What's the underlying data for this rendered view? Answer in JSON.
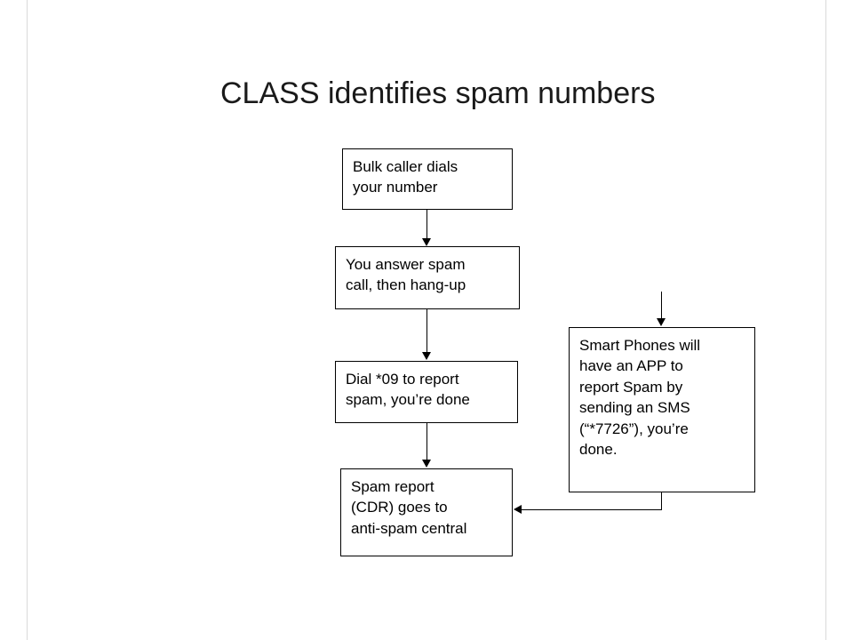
{
  "slide": {
    "title": "CLASS identifies spam numbers"
  },
  "diagram": {
    "nodes": [
      {
        "id": "bulk-caller",
        "label": "Bulk caller dials\nyour number"
      },
      {
        "id": "answer-hangup",
        "label": "You answer spam\ncall, then hang-up"
      },
      {
        "id": "dial-report",
        "label": "Dial *09 to report\nspam, you’re done"
      },
      {
        "id": "spam-report",
        "label": "Spam report\n(CDR) goes to\nanti-spam central"
      },
      {
        "id": "smartphone-app",
        "label": "Smart Phones will\nhave an APP to\nreport Spam by\nsending an SMS\n(“*7726”), you’re\ndone."
      }
    ],
    "edges": [
      {
        "from": "bulk-caller",
        "to": "answer-hangup"
      },
      {
        "from": "answer-hangup",
        "to": "dial-report"
      },
      {
        "from": "dial-report",
        "to": "spam-report"
      },
      {
        "from": "offslide-top",
        "to": "smartphone-app"
      },
      {
        "from": "smartphone-app",
        "to": "spam-report"
      }
    ],
    "line_color": "#000000",
    "box_fill": "#ffffff"
  }
}
